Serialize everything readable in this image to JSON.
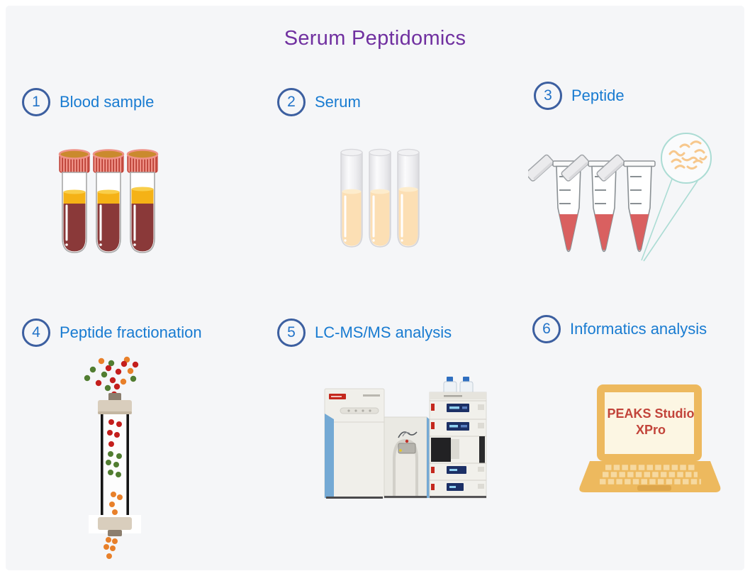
{
  "title": "Serum Peptidomics",
  "steps": [
    {
      "number": "1",
      "label": "Blood sample",
      "icon": "blood-tubes-icon"
    },
    {
      "number": "2",
      "label": "Serum",
      "icon": "serum-tubes-icon"
    },
    {
      "number": "3",
      "label": "Peptide",
      "icon": "peptide-tubes-icon"
    },
    {
      "number": "4",
      "label": "Peptide fractionation",
      "icon": "chromatography-column-icon"
    },
    {
      "number": "5",
      "label": "LC-MS/MS analysis",
      "icon": "mass-spectrometer-icon"
    },
    {
      "number": "6",
      "label": "Informatics analysis",
      "icon": "laptop-icon"
    }
  ],
  "informatics": {
    "software_line1": "PEAKS Studio",
    "software_line2": "XPro"
  },
  "colors": {
    "panel_bg": "#f5f6f8",
    "title_text": "#7030a0",
    "step_circle_border": "#3c5fa0",
    "step_number": "#2273c8",
    "step_label": "#187bd1",
    "blood": "#8a3939",
    "serum_yellow": "#f5b216",
    "serum_peach": "#fcdfb4",
    "peptide_red": "#d96060",
    "peptide_squiggle": "#f7c88d",
    "bubble_teal": "#abdcd4",
    "dot_red": "#c41f1d",
    "dot_green": "#517d31",
    "dot_orange": "#e8802a",
    "column_cap": "#d9cebd",
    "laptop_orange": "#edb95e",
    "laptop_screen": "#fcf6e3",
    "instrument_blue": "#74a9d4",
    "instrument_body": "#f0efea",
    "screen_navy": "#1c3066",
    "logo_red": "#c4281e"
  }
}
